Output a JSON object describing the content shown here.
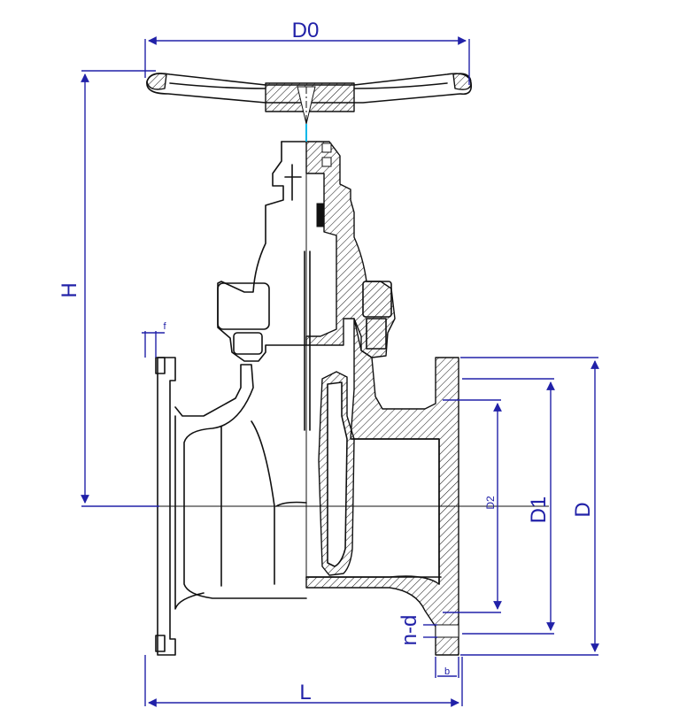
{
  "dimensions": {
    "d0": "D0",
    "h": "H",
    "f": "f",
    "d2": "D2",
    "d1": "D1",
    "d": "D",
    "nd": "n-d",
    "b": "b",
    "l": "L"
  },
  "colors": {
    "dimension": "#2121a8",
    "outline": "#111111",
    "accent": "#00b7e8"
  }
}
